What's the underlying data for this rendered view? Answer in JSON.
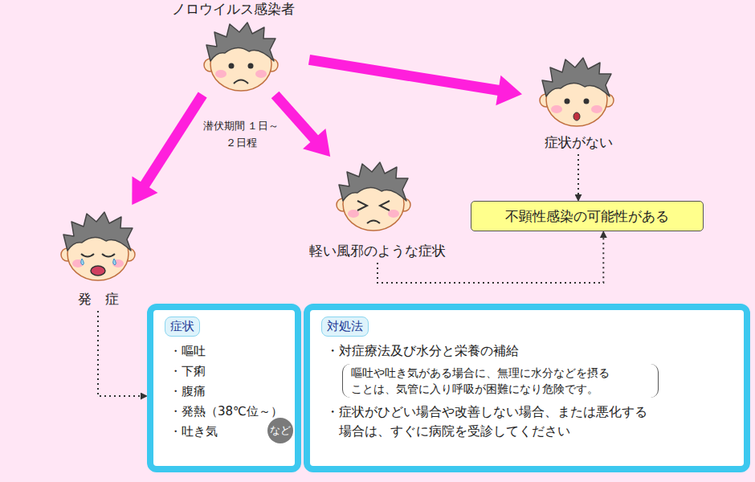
{
  "diagram": {
    "nodes": [
      {
        "text": [
          "ノロウイルス感染者"
        ]
      },
      {
        "text": [
          "潜伏期間 １日～２日程"
        ]
      },
      {
        "text": [
          "発　症"
        ]
      },
      {
        "text": [
          "軽い風邪のような症状"
        ]
      },
      {
        "text": [
          "症状がない"
        ]
      },
      {
        "text": [
          "不顕性感染の可能性がある"
        ]
      },
      {
        "text": [
          "症状",
          "・嘔吐",
          "・下痢",
          "・腹痛",
          "・発熱（38℃位～）",
          "・吐き気",
          "など"
        ]
      },
      {
        "text": [
          "対処法",
          "・対症療法及び水分と栄養の補給",
          "嘔吐や吐き気がある場合に、無理に水分などを摂る ことは、気管に入り呼吸が困難になり危険です。",
          "・症状がひどい場合や改善しない場合、または悪化する 場合は、すぐに病院を受診してください"
        ]
      }
    ],
    "edges": [
      {
        "from": 0,
        "to": 2,
        "arrow": "to"
      },
      {
        "from": 0,
        "to": 3,
        "arrow": "to"
      },
      {
        "from": 0,
        "to": 4,
        "arrow": "to"
      },
      {
        "from": 4,
        "to": 5,
        "arrow": "to"
      },
      {
        "from": 3,
        "to": 5,
        "arrow": "to"
      },
      {
        "from": 2,
        "to": 6,
        "arrow": "to"
      }
    ]
  }
}
